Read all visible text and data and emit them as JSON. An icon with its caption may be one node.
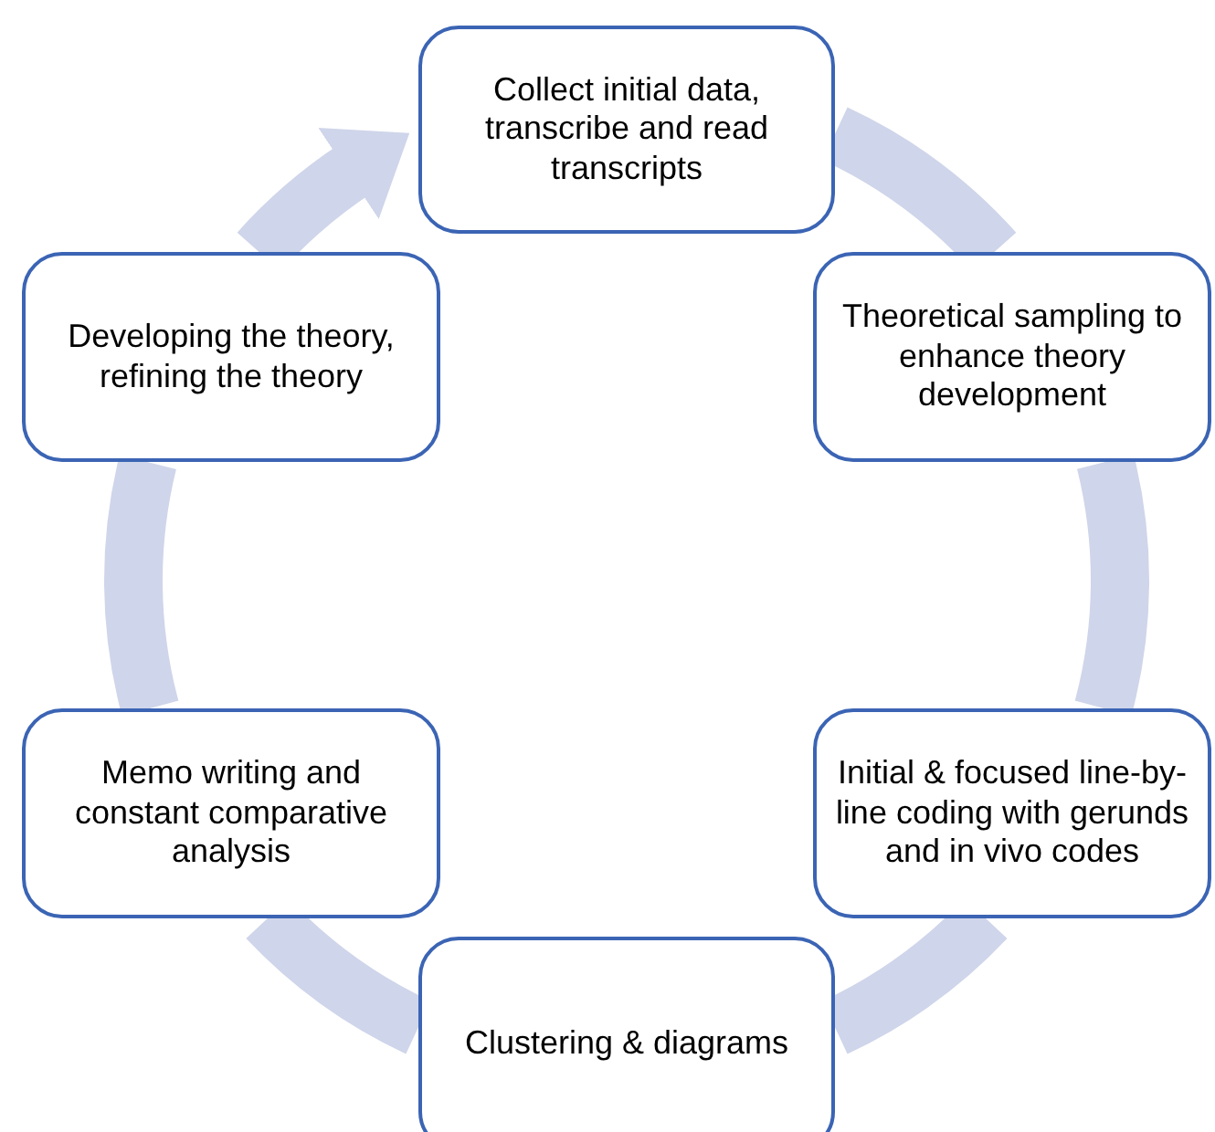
{
  "diagram": {
    "nodes": [
      {
        "text": [
          "Collect initial data, transcribe and read transcripts"
        ]
      },
      {
        "text": [
          "Developing the theory, refining the theory"
        ]
      },
      {
        "text": [
          "Theoretical sampling to enhance theory development"
        ]
      },
      {
        "text": [
          "Memo writing and constant comparative analysis"
        ]
      },
      {
        "text": [
          "Initial & focused line-by-line coding with gerunds and in vivo codes"
        ]
      },
      {
        "text": [
          "Clustering & diagrams"
        ]
      }
    ],
    "edges": [
      {
        "from": 0,
        "to": 2,
        "arrow": "none"
      },
      {
        "from": 2,
        "to": 4,
        "arrow": "none"
      },
      {
        "from": 4,
        "to": 5,
        "arrow": "none"
      },
      {
        "from": 5,
        "to": 3,
        "arrow": "none"
      },
      {
        "from": 3,
        "to": 1,
        "arrow": "none"
      },
      {
        "from": 1,
        "to": 0,
        "arrow": "to"
      }
    ]
  }
}
